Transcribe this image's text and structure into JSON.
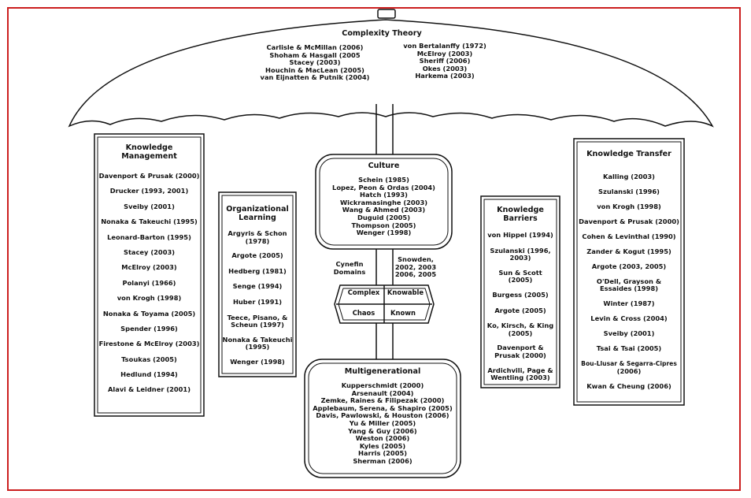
{
  "umbrella": {
    "title": "Complexity Theory",
    "left_refs": [
      "Carlisle & McMillan (2006)",
      "Shoham & Hasgall (2005",
      "Stacey (2003)",
      "Houchin & MacLean (2005)",
      "van Eijnatten & Putnik (2004)"
    ],
    "right_refs": [
      "von Bertalanffy (1972)",
      "McElroy (2003)",
      "Sheriff (2006)",
      "Okes (2003)",
      "Harkema (2003)"
    ]
  },
  "knowledge_management": {
    "title_line1": "Knowledge",
    "title_line2": "Management",
    "refs": [
      "Davenport & Prusak (2000)",
      "Drucker (1993, 2001)",
      "Sveiby (2001)",
      "Nonaka & Takeuchi (1995)",
      "Leonard-Barton (1995)",
      "Stacey (2003)",
      "McElroy (2003)",
      "Polanyi (1966)",
      "von Krogh (1998)",
      "Nonaka & Toyama (2005)",
      "Spender (1996)",
      "Firestone & McElroy (2003)",
      "Tsoukas (2005)",
      "Hedlund (1994)",
      "Alavi & Leidner (2001)"
    ]
  },
  "organizational_learning": {
    "title_line1": "Organizational",
    "title_line2": "Learning",
    "refs": [
      [
        "Argyris & Schon",
        "(1978)"
      ],
      [
        "Argote (2005)"
      ],
      [
        "Hedberg (1981)"
      ],
      [
        "Senge (1994)"
      ],
      [
        "Huber (1991)"
      ],
      [
        "Teece, Pisano, &",
        "Scheun (1997)"
      ],
      [
        "Nonaka & Takeuchi",
        "(1995)"
      ],
      [
        "Wenger (1998)"
      ]
    ]
  },
  "culture": {
    "title": "Culture",
    "refs": [
      "Schein (1985)",
      "Lopez, Peon & Ordas (2004)",
      "Hatch (1993)",
      "Wickramasinghe (2003)",
      "Wang & Ahmed (2003)",
      "Duguid (2005)",
      "Thompson (2005)",
      "Wenger (1998)"
    ]
  },
  "cynefin": {
    "label_line1": "Cynefin",
    "label_line2": "Domains",
    "snowden_line1": "Snowden,",
    "snowden_line2": "2002, 2003",
    "snowden_line3": "2006, 2005",
    "complex": "Complex",
    "knowable": "Knowable",
    "chaos": "Chaos",
    "known": "Known"
  },
  "multigenerational": {
    "title": "Multigenerational",
    "refs": [
      "Kupperschmidt (2000)",
      "Arsenault (2004)",
      "Zemke, Raines & Filipezak (2000)",
      "Applebaum, Serena, & Shapiro (2005)",
      "Davis, Pawlowski, & Houston (2006)",
      "Yu & Miller (2005)",
      "Yang & Guy (2006)",
      "Weston (2006)",
      "Kyles (2005)",
      "Harris (2005)",
      "Sherman (2006)"
    ]
  },
  "knowledge_barriers": {
    "title_line1": "Knowledge",
    "title_line2": "Barriers",
    "refs": [
      [
        "von Hippel (1994)"
      ],
      [
        "Szulanski (1996,",
        "2003)"
      ],
      [
        "Sun & Scott",
        "(2005)"
      ],
      [
        "Burgess (2005)"
      ],
      [
        "Argote (2005)"
      ],
      [
        "Ko, Kirsch, & King",
        "(2005)"
      ],
      [
        "Davenport &",
        "Prusak (2000)"
      ],
      [
        "Ardichvili, Page &",
        "Wentling (2003)"
      ]
    ]
  },
  "knowledge_transfer": {
    "title": "Knowledge Transfer",
    "refs": [
      [
        "Kalling (2003)"
      ],
      [
        "Szulanski (1996)"
      ],
      [
        "von Krogh (1998)"
      ],
      [
        "Davenport & Prusak (2000)"
      ],
      [
        "Cohen & Levinthal (1990)"
      ],
      [
        "Zander & Kogut (1995)"
      ],
      [
        "Argote (2003, 2005)"
      ],
      [
        "O'Dell, Grayson &",
        "Essaides (1998)"
      ],
      [
        "Winter (1987)"
      ],
      [
        "Levin & Cross (2004)"
      ],
      [
        "Sveiby (2001)"
      ],
      [
        "Tsai & Tsai (2005)"
      ],
      [
        "Bou-Llusar & Segarra-Cipres",
        "(2006)"
      ],
      [
        "Kwan & Cheung (2006)"
      ]
    ]
  },
  "colors": {
    "border": "#cc1f1f",
    "ink": "#111111"
  }
}
